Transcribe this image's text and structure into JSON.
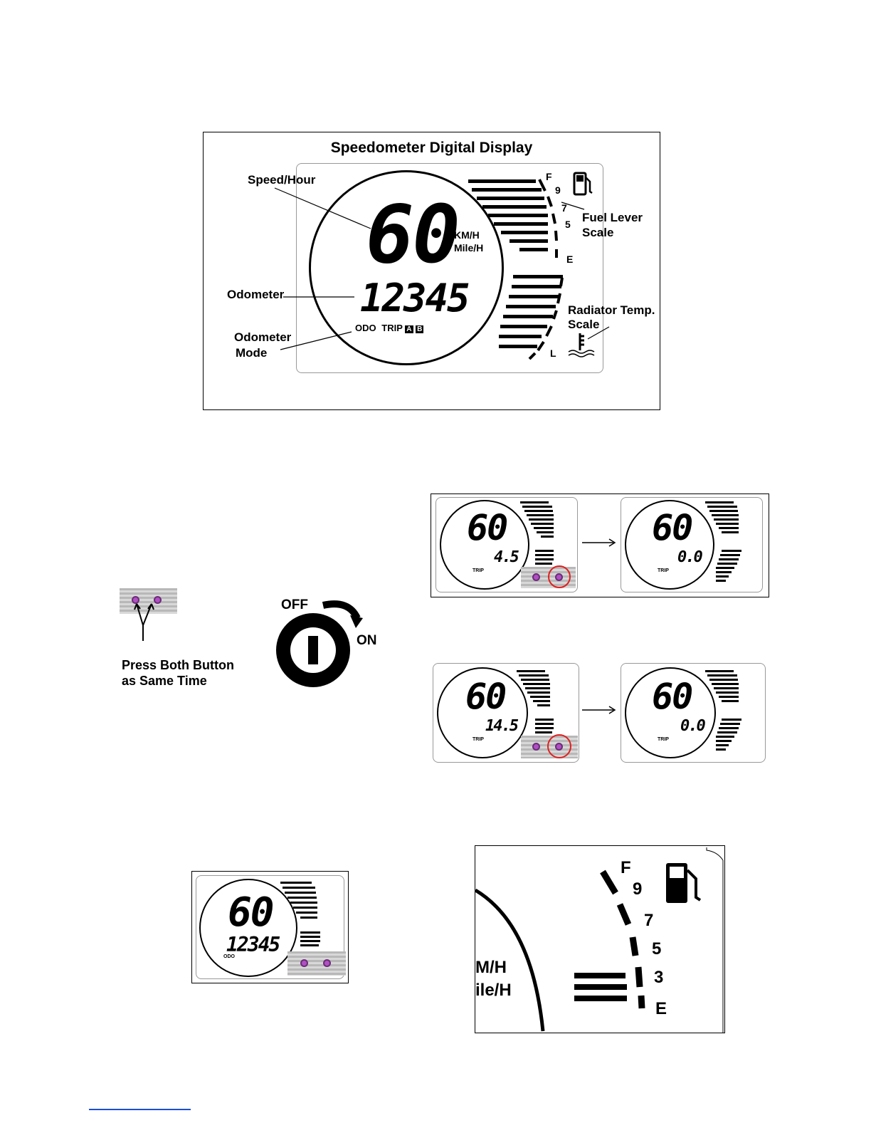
{
  "main_panel": {
    "title": "Speedometer Digital Display",
    "speed_value": "60",
    "unit_kmh": "KM/H",
    "unit_mph": "Mile/H",
    "odometer_value": "12345",
    "mode_odo": "ODO",
    "mode_trip": "TRIP",
    "mode_a": "A",
    "mode_b": "B",
    "fuel_ticks": [
      "F",
      "9",
      "7",
      "5",
      "E"
    ],
    "temp_low": "L",
    "callouts": {
      "speed": "Speed/Hour",
      "odometer": "Odometer",
      "mode_line1": "Odometer",
      "mode_line2": "Mode",
      "fuel_line1": "Fuel Lever",
      "fuel_line2": "Scale",
      "temp_line1": "Radiator Temp.",
      "temp_line2": "Scale"
    },
    "icons": [
      "fuel-pump-icon",
      "thermometer-icon"
    ]
  },
  "reset_instruction": {
    "label_line1": "Press Both Button",
    "label_line2": "as Same Time",
    "switch_off": "OFF",
    "switch_on": "ON"
  },
  "trip_reset_a": {
    "before_speed": "60",
    "before_reading": "4.5",
    "before_mode": "TRIP",
    "after_speed": "60",
    "after_reading": "0.0",
    "after_mode": "TRIP"
  },
  "trip_reset_b": {
    "before_speed": "60",
    "before_reading": "14.5",
    "before_mode": "TRIP",
    "after_speed": "60",
    "after_reading": "0.0",
    "after_mode": "TRIP"
  },
  "odo_panel": {
    "speed": "60",
    "reading": "12345",
    "mode": "ODO"
  },
  "fuel_zoom": {
    "ticks": [
      "F",
      "9",
      "7",
      "5",
      "3",
      "E"
    ],
    "unit_kmh_partial": "M/H",
    "unit_mph_partial": "ile/H"
  },
  "colors": {
    "button_fill": "#b04fc3",
    "highlight_ring": "#e02020",
    "footer_link": "#1a4fd6"
  }
}
